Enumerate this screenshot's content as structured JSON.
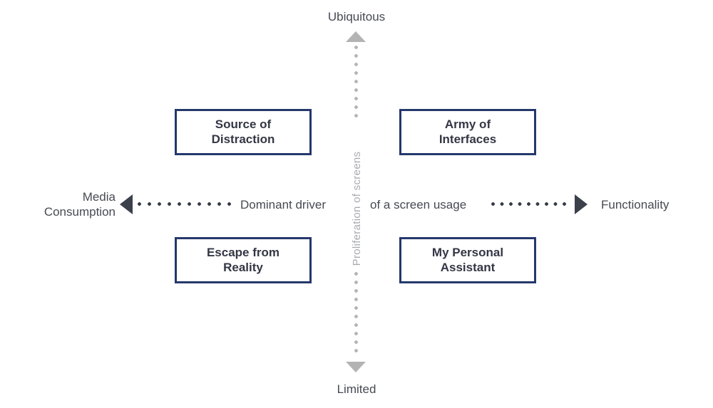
{
  "colors": {
    "background": "#ffffff",
    "box_border": "#24386b",
    "box_text": "#333744",
    "horizontal_axis_dark": "#3b404b",
    "vertical_axis_gray": "#b3b3b3",
    "axis_label_text": "#474a53",
    "vertical_axis_title_text": "#a8abb0"
  },
  "vertical_axis": {
    "top_label": "Ubiquitous",
    "bottom_label": "Limited",
    "axis_title": "Proliferation of screens"
  },
  "horizontal_axis": {
    "left_label": "Media\nConsumption",
    "right_label": "Functionality",
    "center_text_left": "Dominant driver",
    "center_text_right": "of a screen usage"
  },
  "quadrants": [
    {
      "position": "top-left",
      "label": "Source of\nDistraction"
    },
    {
      "position": "top-right",
      "label": "Army of\nInterfaces"
    },
    {
      "position": "bottom-left",
      "label": "Escape from\nReality"
    },
    {
      "position": "bottom-right",
      "label": "My Personal\nAssistant"
    }
  ]
}
